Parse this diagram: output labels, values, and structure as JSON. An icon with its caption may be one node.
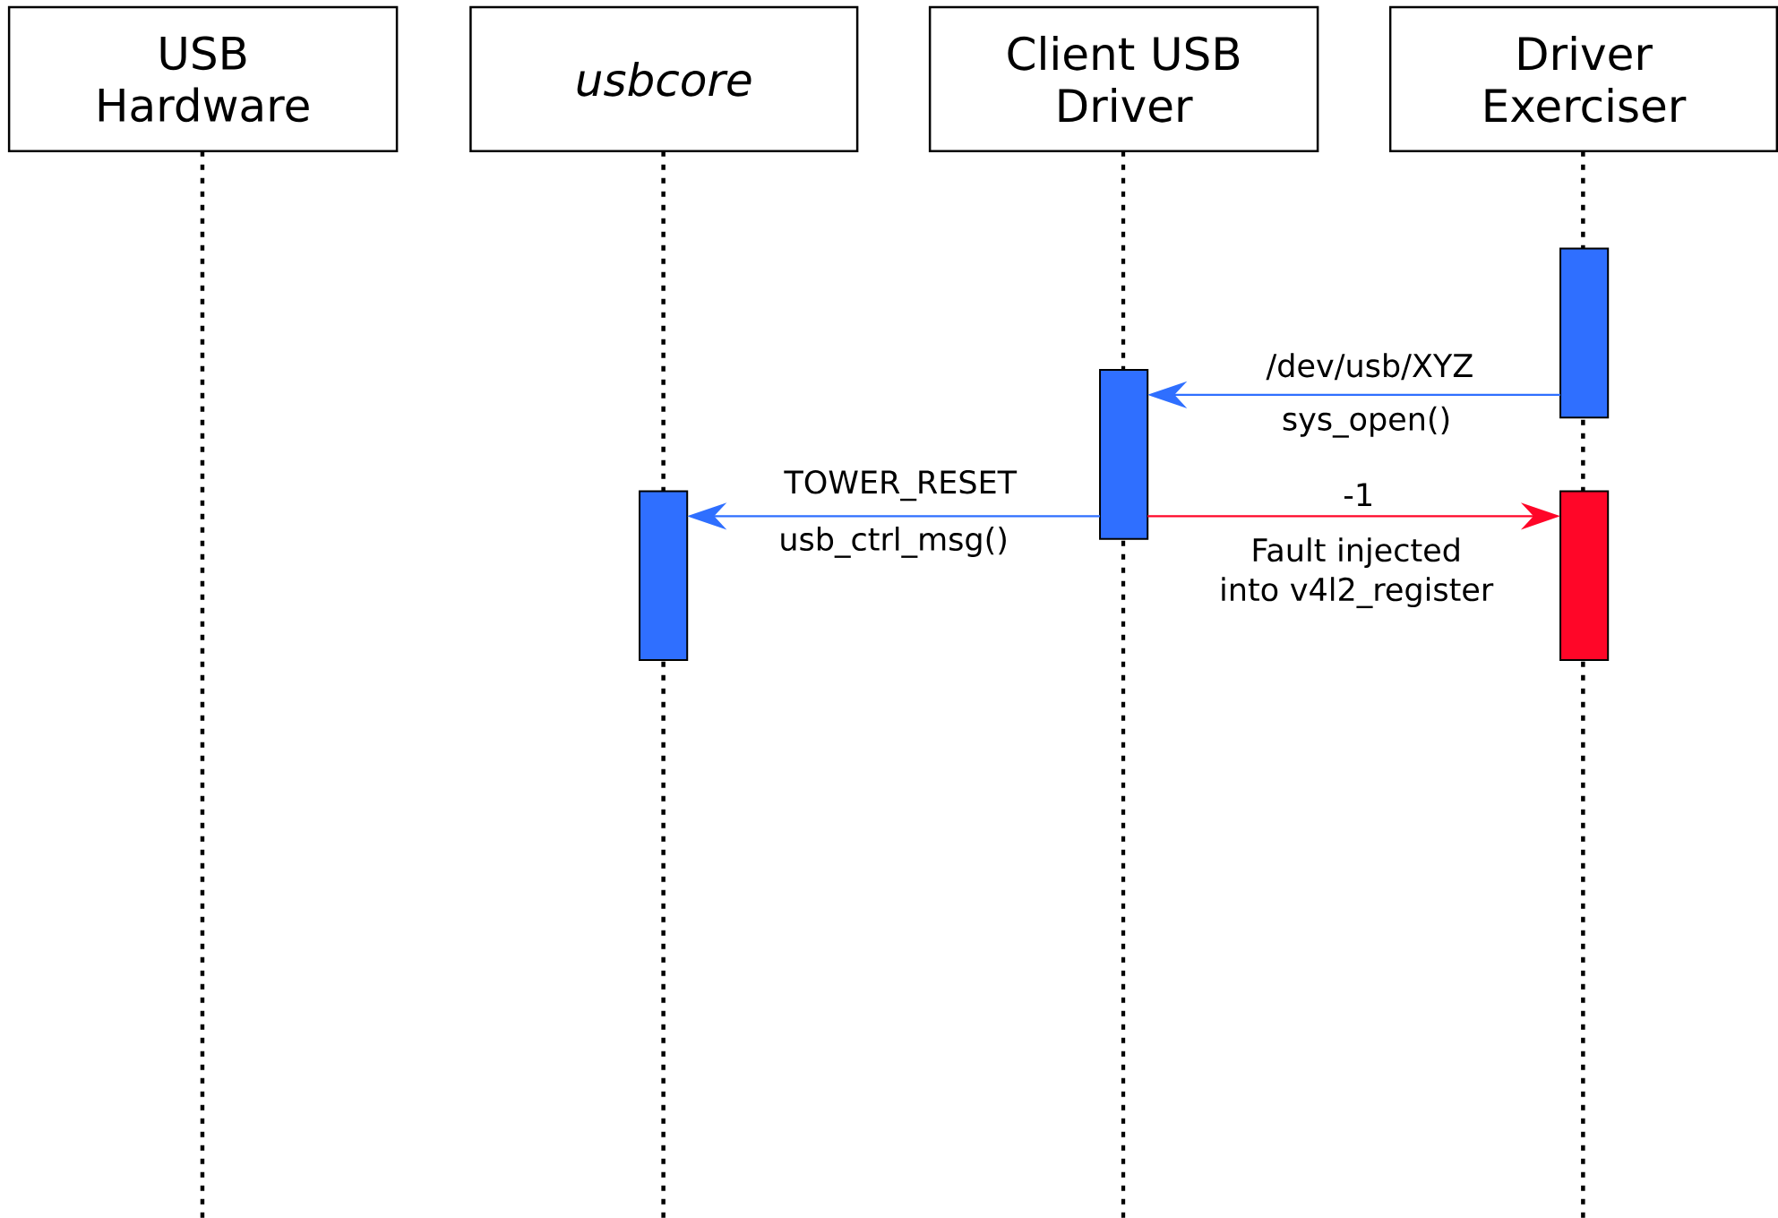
{
  "diagram": {
    "nodes": [
      {
        "text": [
          "USB Hardware"
        ]
      },
      {
        "text": [
          "usbcore"
        ]
      },
      {
        "text": [
          "Client USB Driver"
        ]
      },
      {
        "text": [
          "Driver Exerciser"
        ]
      },
      {
        "text": [],
        "shape": "bar"
      },
      {
        "text": [],
        "shape": "bar"
      },
      {
        "text": [],
        "shape": "bar"
      },
      {
        "text": [],
        "shape": "bar"
      }
    ],
    "edges": [
      {
        "from": 4,
        "to": 5,
        "arrow": "to",
        "label": "/dev/usb/XYZ"
      },
      {
        "from": 5,
        "to": 6,
        "arrow": "to",
        "label": "TOWER_RESET"
      },
      {
        "from": 5,
        "to": 7,
        "arrow": "to",
        "label": "-1",
        "color": "#ff0628"
      }
    ],
    "labels": [
      "sys_open()",
      "usb_ctrl_msg()",
      "Fault injected into v4l2_register"
    ]
  }
}
